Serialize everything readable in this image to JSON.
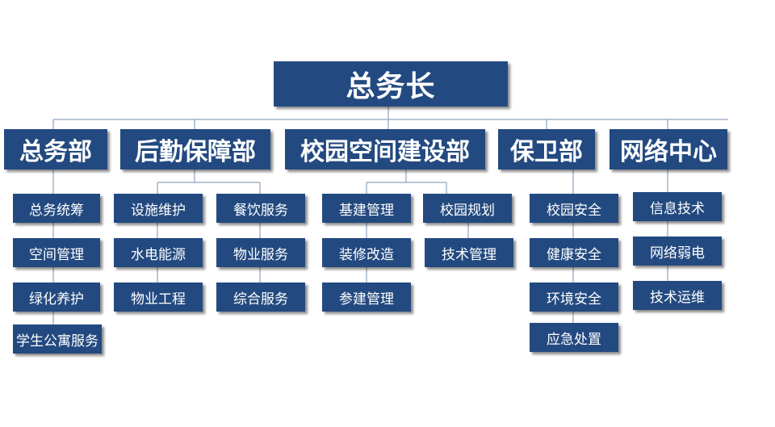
{
  "colors": {
    "box_bg": "#234a80",
    "text": "#ffffff",
    "line": "#8ea4bd"
  },
  "root": {
    "label": "总务长"
  },
  "departments": [
    {
      "label": "总务部",
      "units": [
        "总务统筹",
        "空间管理",
        "绿化养护",
        "学生公寓服务"
      ]
    },
    {
      "label": "后勤保障部",
      "units": [
        "设施维护",
        "水电能源",
        "物业工程",
        "餐饮服务",
        "物业服务",
        "综合服务"
      ]
    },
    {
      "label": "校园空间建设部",
      "units": [
        "基建管理",
        "装修改造",
        "参建管理",
        "校园规划",
        "技术管理"
      ]
    },
    {
      "label": "保卫部",
      "units": [
        "校园安全",
        "健康安全",
        "环境安全",
        "应急处置"
      ]
    },
    {
      "label": "网络中心",
      "units": [
        "信息技术",
        "网络弱电",
        "技术运维"
      ]
    }
  ]
}
